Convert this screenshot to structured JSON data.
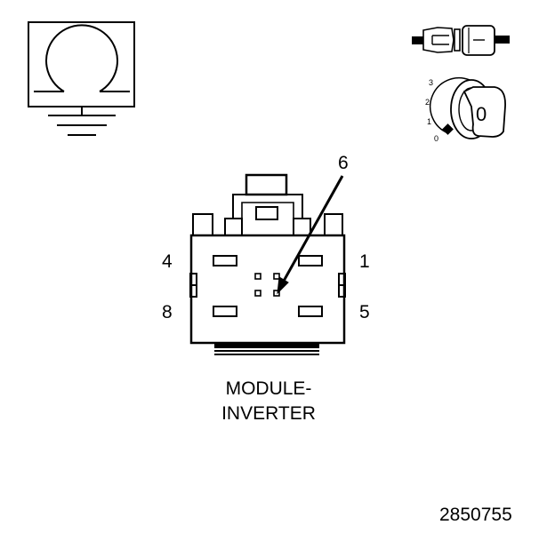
{
  "connector": {
    "pin_labels": {
      "top_left": "4",
      "top_right": "1",
      "bottom_left": "8",
      "bottom_right": "5",
      "callout": "6"
    },
    "caption_lines": [
      "MODULE-",
      "INVERTER"
    ]
  },
  "ignition_key": {
    "position_labels": [
      "3",
      "2",
      "1",
      "0"
    ],
    "key_face_label": "0"
  },
  "figure_number": "2850755"
}
